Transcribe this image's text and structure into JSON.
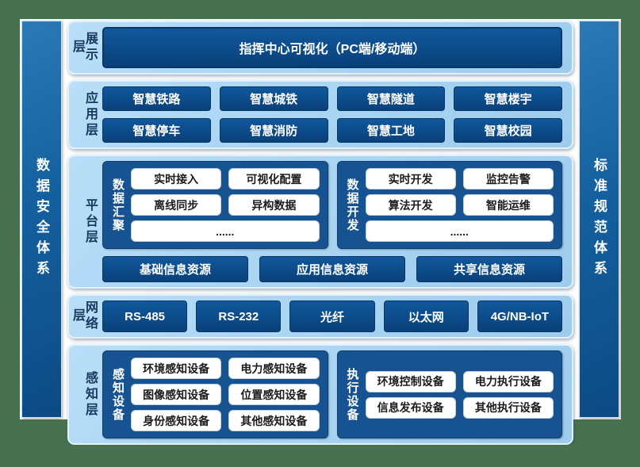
{
  "colors": {
    "frame_green": "#48724f",
    "content_bg": "#ffffff",
    "panel_blue": "#aed8f5",
    "box_blue": "#0c4a88",
    "group_blue": "#175291",
    "label_navy": "#18395f",
    "text_white": "#ffffff"
  },
  "left_bar": {
    "label": "数据安全体系"
  },
  "right_bar": {
    "label": "标准规范体系"
  },
  "layers": {
    "display": {
      "label": "展示层",
      "box": "指挥中心可视化（PC端/移动端）"
    },
    "application": {
      "label": "应用层",
      "row1": [
        "智慧铁路",
        "智慧城铁",
        "智慧隧道",
        "智慧楼宇"
      ],
      "row2": [
        "智慧停车",
        "智慧消防",
        "智慧工地",
        "智慧校园"
      ]
    },
    "platform": {
      "label": "平台层",
      "group1": {
        "label": "数据汇聚",
        "items": [
          "实时接入",
          "可视化配置",
          "离线同步",
          "异构数据"
        ],
        "more": "......"
      },
      "group2": {
        "label": "数据开发",
        "items": [
          "实时开发",
          "监控告警",
          "算法开发",
          "智能运维"
        ],
        "more": "......"
      },
      "resources": [
        "基础信息资源",
        "应用信息资源",
        "共享信息资源"
      ]
    },
    "network": {
      "label": "网络层",
      "boxes": [
        "RS-485",
        "RS-232",
        "光纤",
        "以太网",
        "4G/NB-IoT"
      ]
    },
    "perception": {
      "label": "感知层",
      "group1": {
        "label": "感知设备",
        "items": [
          "环境感知设备",
          "电力感知设备",
          "图像感知设备",
          "位置感知设备",
          "身份感知设备",
          "其他感知设备"
        ]
      },
      "group2": {
        "label": "执行设备",
        "items": [
          "环境控制设备",
          "电力执行设备",
          "信息发布设备",
          "其他执行设备"
        ]
      }
    }
  }
}
